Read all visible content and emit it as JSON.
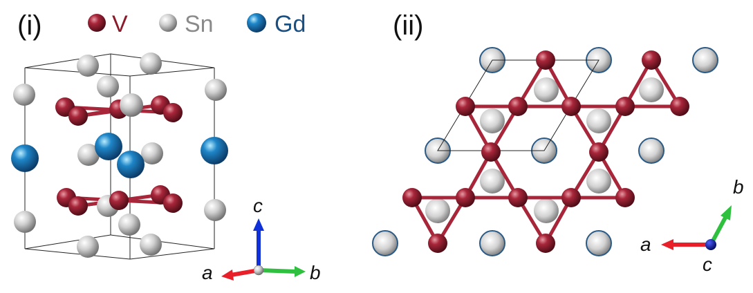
{
  "panels": {
    "left": {
      "label": "(i)"
    },
    "right": {
      "label": "(ii)"
    }
  },
  "legend": [
    {
      "label": "V",
      "color": "#9b2335",
      "text_color": "#8b1a2b"
    },
    {
      "label": "Sn",
      "color": "#c8c8c8",
      "text_color": "#8a8a8a"
    },
    {
      "label": "Gd",
      "color": "#1b78b8",
      "text_color": "#1a4f82"
    }
  ],
  "axes_left": {
    "c": "c",
    "a": "a",
    "b": "b"
  },
  "axes_right": {
    "b": "b",
    "a": "a",
    "c": "c"
  },
  "colors": {
    "V": "#9b2335",
    "Sn": "#c8c8c8",
    "Gd": "#1b78b8",
    "bond": "#a8263a",
    "axis_a": "#e8202a",
    "axis_b": "#30c040",
    "axis_c": "#1030d8"
  }
}
